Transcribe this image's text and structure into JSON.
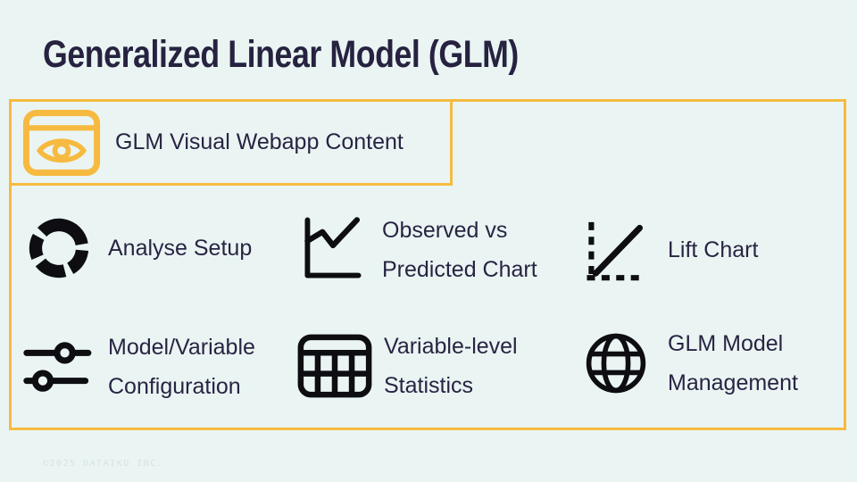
{
  "page": {
    "title": "Generalized Linear Model (GLM)",
    "footer": "©2025 DATAIKU INC."
  },
  "header": {
    "label": "GLM Visual Webapp Content",
    "icon": "webapp-eye-icon"
  },
  "items": [
    {
      "label": "Analyse Setup",
      "icon": "donut-chart-icon"
    },
    {
      "label": "Observed vs\nPredicted Chart",
      "icon": "line-chart-icon"
    },
    {
      "label": "Lift Chart",
      "icon": "lift-chart-icon"
    },
    {
      "label": "Model/Variable\nConfiguration",
      "icon": "sliders-icon"
    },
    {
      "label": "Variable-level\nStatistics",
      "icon": "table-icon"
    },
    {
      "label": "GLM Model\nManagement",
      "icon": "globe-icon"
    }
  ],
  "colors": {
    "accent": "#F7BA40",
    "ink": "#282443",
    "icon_black": "#0D0D12",
    "background": "#EAF5F3",
    "footer_text": "#D7E2E1"
  }
}
